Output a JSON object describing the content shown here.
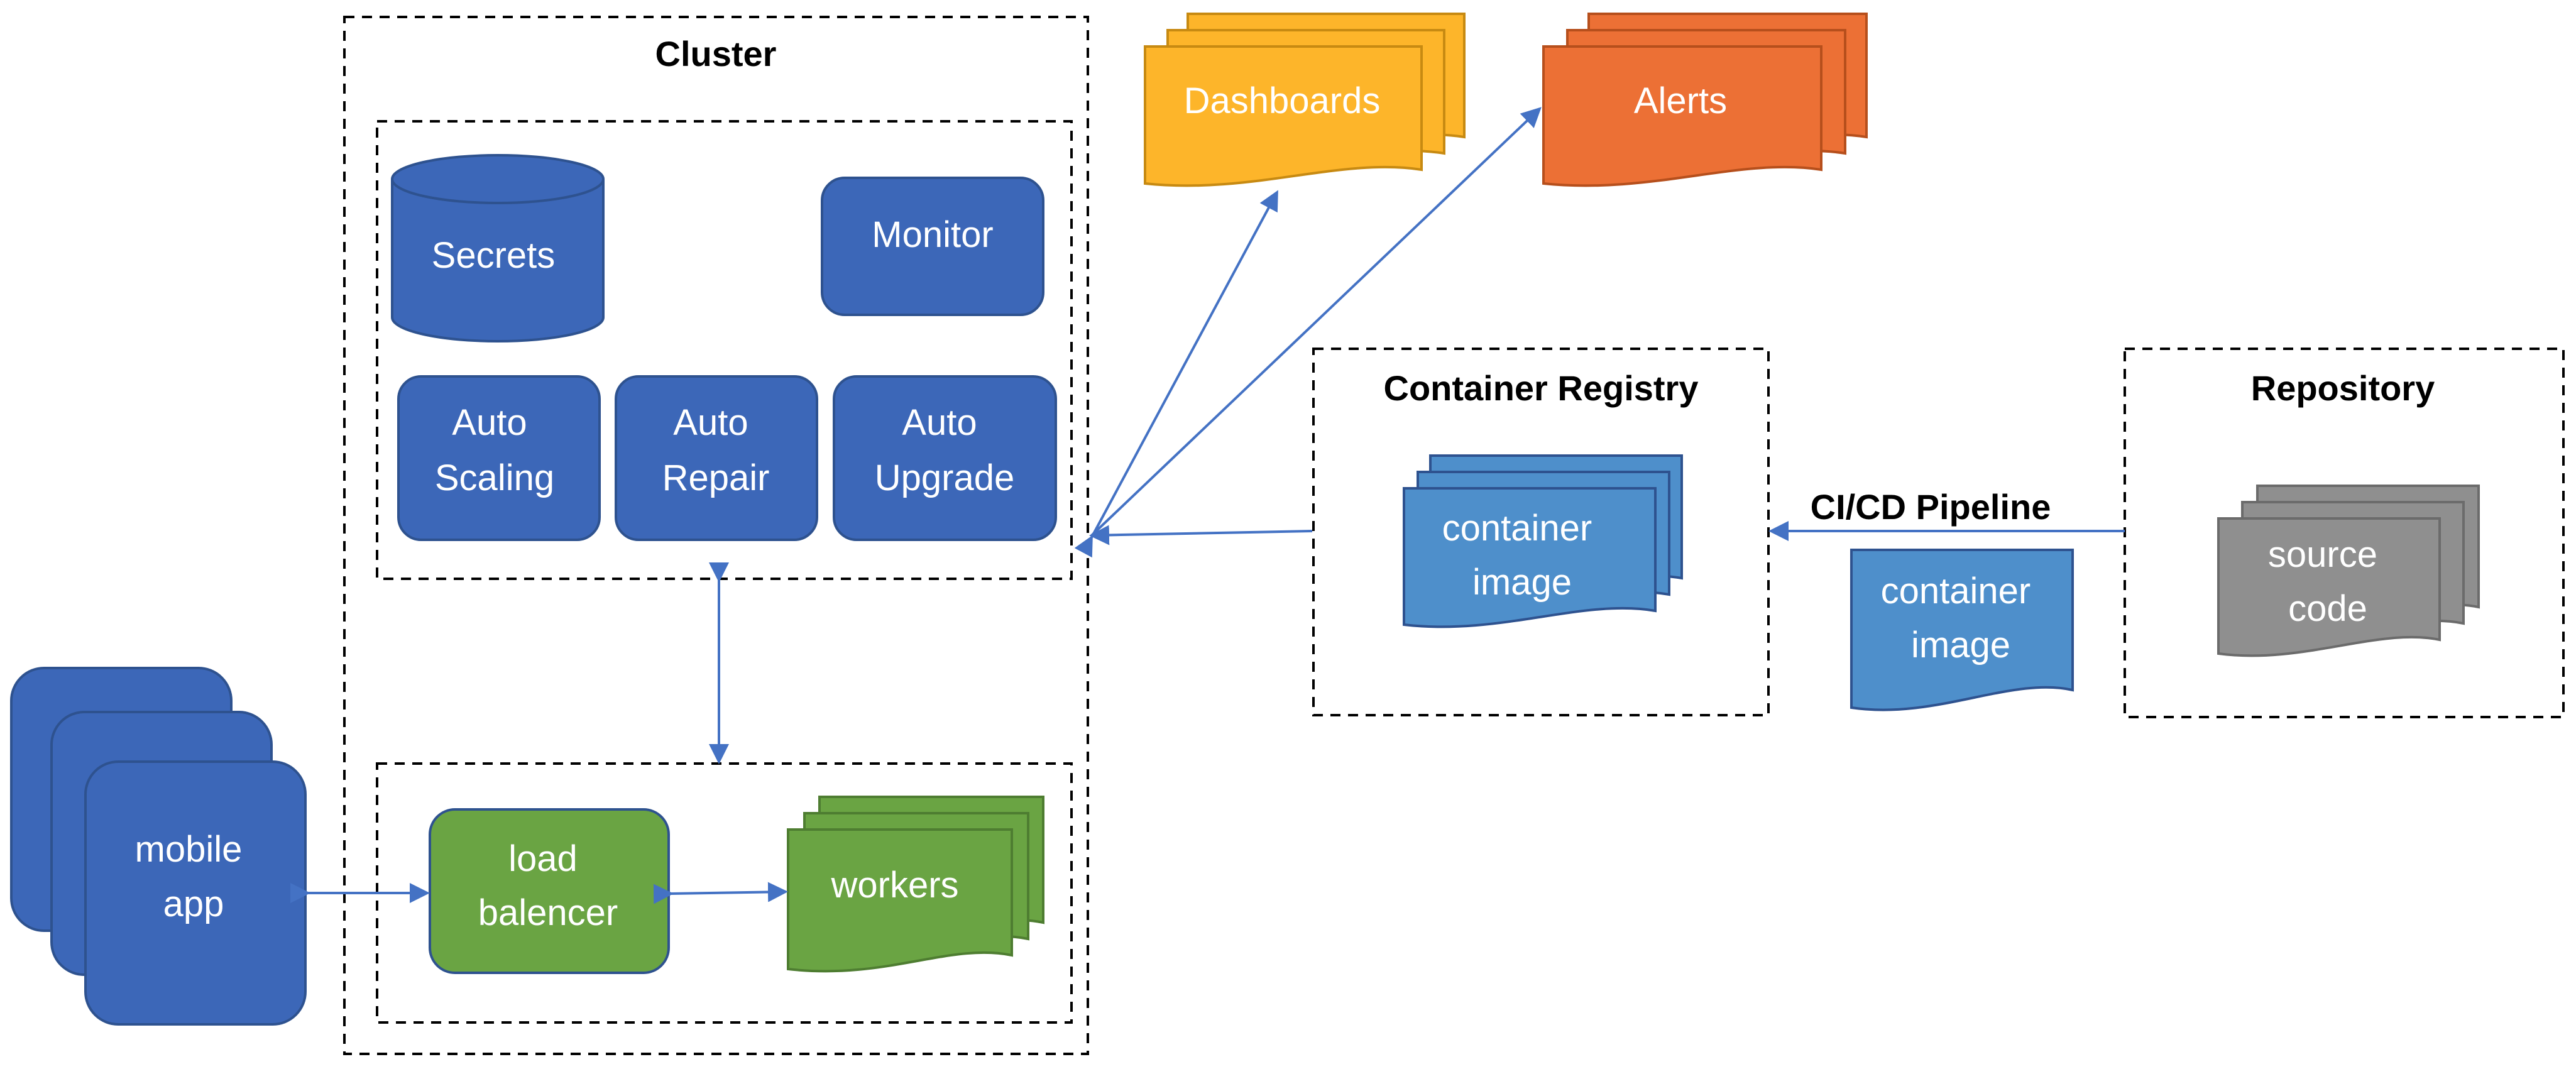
{
  "colors": {
    "blue": "#3C67B8",
    "blue_stroke": "#2E528F",
    "light_blue": "#4E8FCB",
    "light_blue_stroke": "#3A6FA3",
    "green": "#6AA443",
    "green_stroke": "#4E7D31",
    "yellow": "#FDB52A",
    "orange": "#EC7035",
    "gray": "#8F8F8F",
    "arrow": "#4472C4"
  },
  "cluster": {
    "title": "Cluster",
    "secrets": "Secrets",
    "monitor": "Monitor",
    "auto_scaling": [
      "Auto",
      "Scaling"
    ],
    "auto_repair": [
      "Auto",
      "Repair"
    ],
    "auto_upgrade": [
      "Auto",
      "Upgrade"
    ],
    "load_balancer": [
      "load",
      "balencer"
    ],
    "workers": "workers"
  },
  "mobile_app": [
    "mobile",
    "app"
  ],
  "dashboards": "Dashboards",
  "alerts": "Alerts",
  "container_registry": {
    "title": "Container Registry",
    "image": [
      "container",
      "image"
    ]
  },
  "pipeline": {
    "label": "CI/CD Pipeline",
    "image": [
      "container",
      "image"
    ]
  },
  "repository": {
    "title": "Repository",
    "source": [
      "source",
      "code"
    ]
  }
}
